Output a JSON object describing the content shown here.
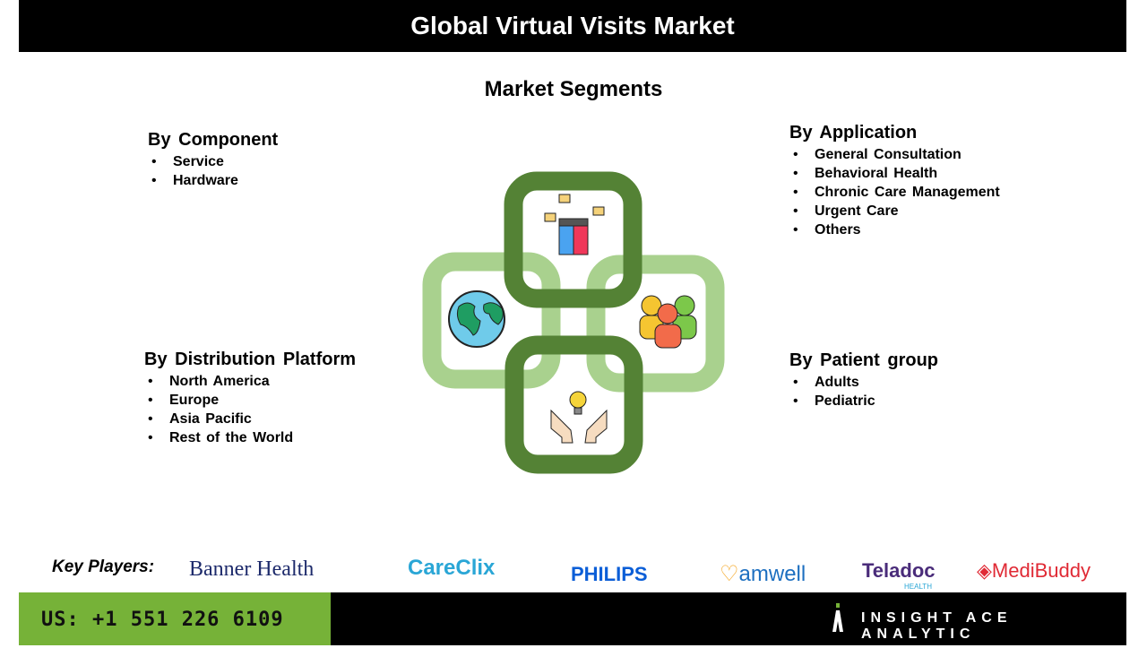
{
  "header": {
    "title": "Global Virtual Visits Market"
  },
  "subtitle": "Market Segments",
  "segments": {
    "component": {
      "title": "By Component",
      "items": [
        "Service",
        "Hardware"
      ]
    },
    "application": {
      "title": "By Application",
      "items": [
        "General Consultation",
        "Behavioral Health",
        "Chronic Care Management",
        "Urgent Care",
        "Others"
      ]
    },
    "distribution": {
      "title": "By Distribution Platform",
      "items": [
        "North America",
        "Europe",
        "Asia Pacific",
        "Rest of the World"
      ]
    },
    "patient": {
      "title": "By Patient group",
      "items": [
        "Adults",
        "Pediatric"
      ]
    }
  },
  "key_players": {
    "label": "Key Players:",
    "logos": [
      "Banner Health",
      "CareClix",
      "PHILIPS",
      "amwell",
      "Teladoc",
      "HEALTH",
      "MediBuddy"
    ]
  },
  "footer": {
    "phone": "US: +1 551 226 6109",
    "brand": "INSIGHT ACE ANALYTIC"
  },
  "colors": {
    "dark_green": "#548235",
    "light_green": "#a9d18e",
    "footer_green": "#76b238"
  }
}
